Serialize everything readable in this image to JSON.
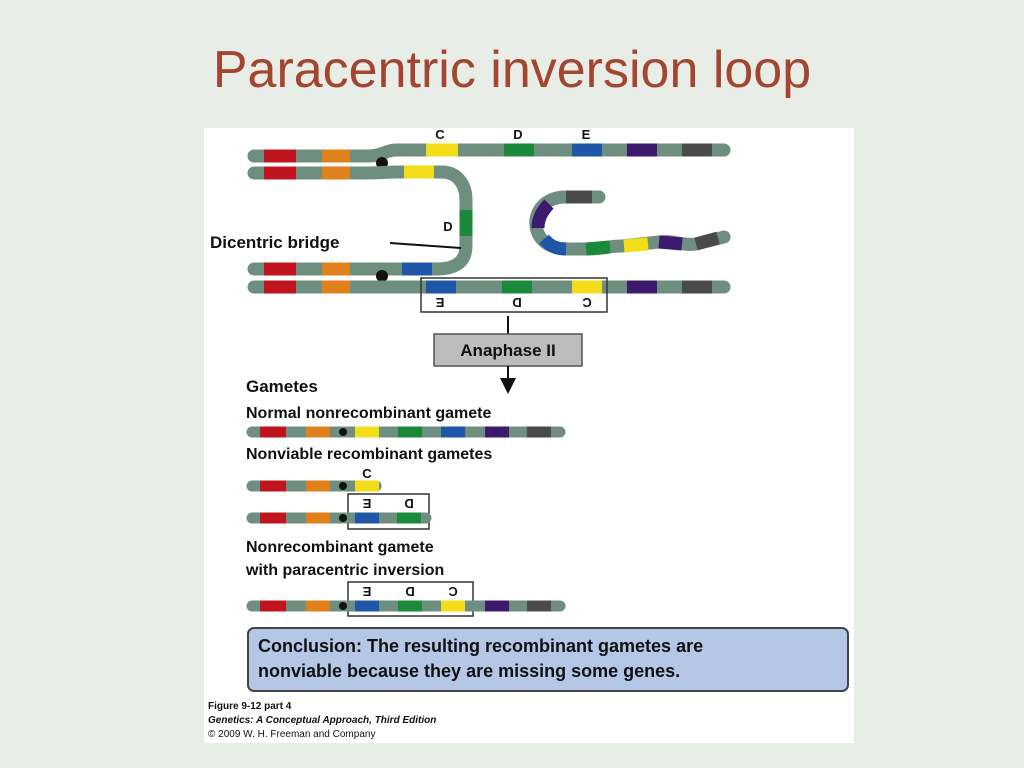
{
  "slide": {
    "title": "Paracentric inversion loop"
  },
  "figure": {
    "gene_labels": {
      "c": "C",
      "d": "D",
      "e": "E"
    },
    "dicentric_bridge_label": "Dicentric bridge",
    "anaphase_label": "Anaphase II",
    "gametes_heading": "Gametes",
    "normal_gamete_label": "Normal nonrecombinant gamete",
    "nonviable_label": "Nonviable recombinant gametes",
    "inversion_gamete_label_line1": "Nonrecombinant gamete",
    "inversion_gamete_label_line2": "with paracentric inversion",
    "conclusion_bold": "Conclusion:",
    "conclusion_line1_rest": " The resulting recombinant gametes are",
    "conclusion_line2": "nonviable because they are missing some genes.",
    "caption_line1": "Figure 9-12 part 4",
    "caption_line2": "Genetics: A Conceptual Approach, Third Edition",
    "caption_line3": "© 2009 W. H. Freeman and Company"
  },
  "colors": {
    "title": "#a3452f",
    "chromosome": "#6e8f80",
    "red": "#c0141e",
    "orange": "#e0801a",
    "yellow": "#f3dd1a",
    "green": "#1a8a3a",
    "blue": "#1f56a8",
    "purple": "#3d1a6e",
    "dark_gray": "#4a4a4a",
    "conclusion_box": "#b4c7e7"
  }
}
